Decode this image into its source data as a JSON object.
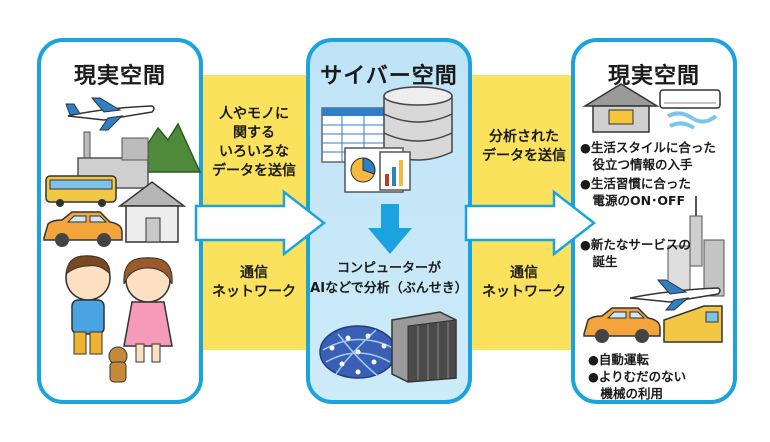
{
  "left_panel": {
    "title": "現実空間"
  },
  "center_panel": {
    "title": "サイバー空間",
    "analysis_label": "コンピューターが\nAIなどで分析（ぶんせき）"
  },
  "right_panel": {
    "title": "現実空間",
    "items": [
      "●生活スタイルに合った\n　役立つ情報の入手",
      "●生活習慣に合った\n　電源のON･OFF",
      "●新たなサービスの\n　誕生",
      "●自動運転",
      "●よりむだのない\n　機械の利用"
    ]
  },
  "left_band": {
    "top_label": "人やモノに\n関する\nいろいろな\nデータを送信",
    "bottom_label": "通信\nネットワーク"
  },
  "right_band": {
    "top_label": "分析された\nデータを送信",
    "bottom_label": "通信\nネットワーク"
  },
  "colors": {
    "panel_border": "#1ba3e0",
    "band": "#fbe25c",
    "cyber_bg": "#c6e8f8",
    "arrow": "#1ba3e0"
  }
}
